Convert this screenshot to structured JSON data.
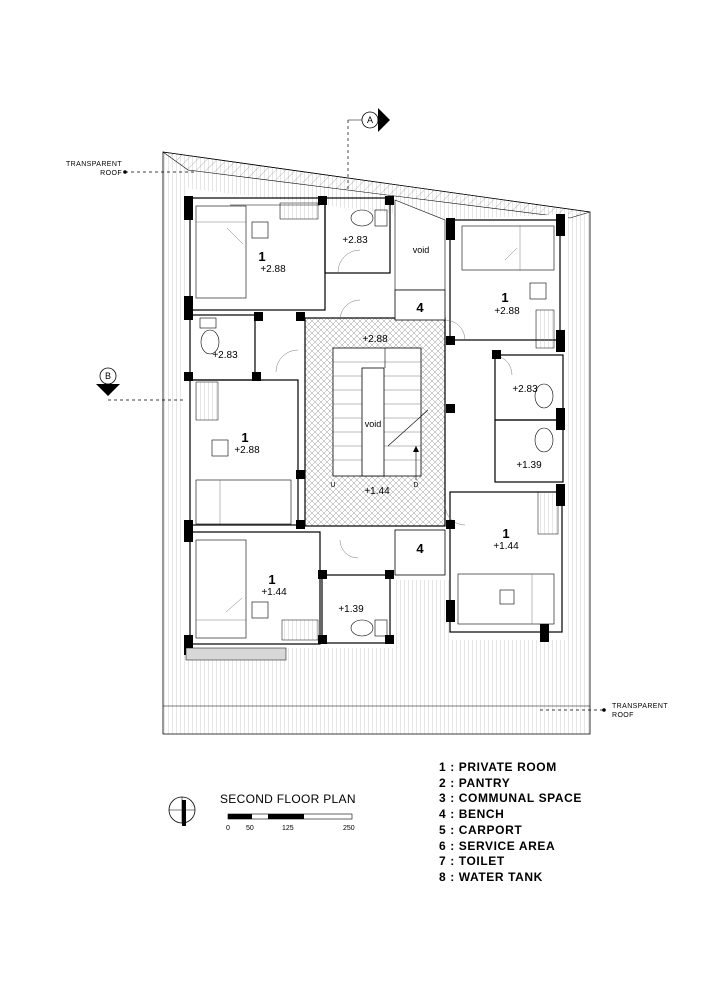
{
  "plan_title": "SECOND FLOOR PLAN",
  "legend": [
    "1 : PRIVATE ROOM",
    "2 : PANTRY",
    "3 : COMMUNAL SPACE",
    "4 : BENCH",
    "5 : CARPORT",
    "6 : SERVICE AREA",
    "7 : TOILET",
    "8 : WATER TANK"
  ],
  "scale_ticks": [
    "0",
    "50",
    "125",
    "250"
  ],
  "section_markers": {
    "a": "A",
    "b": "B"
  },
  "callouts": {
    "roof_top_line1": "TRANSPARENT",
    "roof_top_line2": "ROOF",
    "roof_bottom_line1": "TRANSPARENT",
    "roof_bottom_line2": "ROOF"
  },
  "rooms": {
    "r1_num": "1",
    "r1_lvl": "+2.88",
    "r2_num": "1",
    "r2_lvl": "+2.88",
    "r3_num": "1",
    "r3_lvl": "+2.88",
    "r4_num": "1",
    "r4_lvl": "+1.44",
    "r5_num": "1",
    "r5_lvl": "+1.44"
  },
  "toilets": {
    "t1_lvl": "+2.83",
    "t2_lvl": "+2.83",
    "t3_lvl": "+2.83",
    "t4_lvl": "+1.39",
    "t5_lvl": "+1.39"
  },
  "stair": {
    "landing_lvl": "+2.88",
    "lower_lvl": "+1.44",
    "void": "void",
    "up": "U",
    "down": "D"
  },
  "void_top": "void",
  "bench_top": "4",
  "bench_bottom": "4"
}
